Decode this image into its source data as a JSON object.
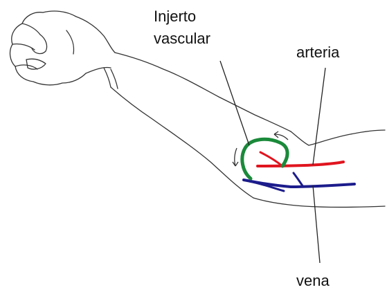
{
  "labels": {
    "graft_line1": "Injerto",
    "graft_line2": "vascular",
    "artery": "arteria",
    "vein": "vena"
  },
  "colors": {
    "outline": "#333333",
    "graft": "#1a8a3a",
    "artery": "#e0141e",
    "vein": "#1c1c8c",
    "background": "#ffffff"
  }
}
